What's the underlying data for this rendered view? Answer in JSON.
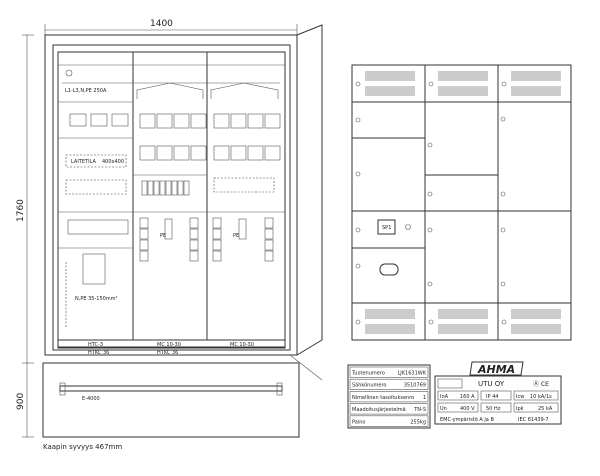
{
  "dimensions": {
    "width": "1400",
    "height_cabinet": "1760",
    "height_plinth": "900",
    "depth_note": "Kaapin syvyys 467mm"
  },
  "cabinet": {
    "busbar_label": "L1-L3,N,PE 250A",
    "device_space_label": "LAITETILA",
    "device_space_size": "400x400",
    "rail_label": "E-4000",
    "section_labels": [
      "HTC-3",
      "MC 10-30",
      "MC 10-30"
    ],
    "base_labels": [
      "HTKC 36",
      "HTKC 36"
    ],
    "cable_note": "N,PE 35-150mm²",
    "pe_label": "PE"
  },
  "front_view": {
    "meter_label": "SP1"
  },
  "info_table": {
    "rows": [
      {
        "label": "Tuotenumero",
        "value": "LJK1631WK"
      },
      {
        "label": "Sähkönumero",
        "value": "3510769"
      },
      {
        "label": "Nimellinen tasoituksenro",
        "value": "1"
      },
      {
        "label": "Maadoitusjärjestelmä",
        "value": "TN-S"
      },
      {
        "label": "Paino",
        "value": "255kg"
      }
    ]
  },
  "rating_plate": {
    "brand": "AHMA",
    "company": "UTU OY",
    "marks": "Ⓐ CE",
    "cells": [
      [
        "InA",
        "160 A"
      ],
      [
        "IP 44"
      ],
      [
        "Icw",
        "10 kA/1s"
      ],
      [
        "Un",
        "400 V"
      ],
      [
        "50 Hz"
      ],
      [
        "Ipk",
        "25 kA"
      ]
    ],
    "emc": "EMC-ympäristö  A ja B",
    "standard": "IEC 61439-7"
  }
}
